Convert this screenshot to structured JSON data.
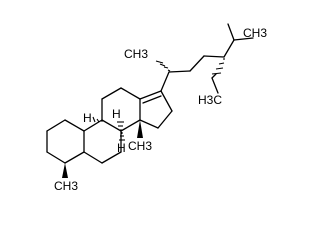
{
  "molecule": {
    "labels": {
      "ring_hydrogen_upper": "H",
      "ring_hydrogen_lower_left": "H",
      "ring_hydrogen_lower_right": "H",
      "side_chain_methyl_top": "CH3",
      "side_chain_methyl_right": "CH3",
      "ethyl_terminal": "H3C",
      "ring_methyl_c13": "CH3",
      "ring_methyl_c10": "CH3"
    }
  }
}
